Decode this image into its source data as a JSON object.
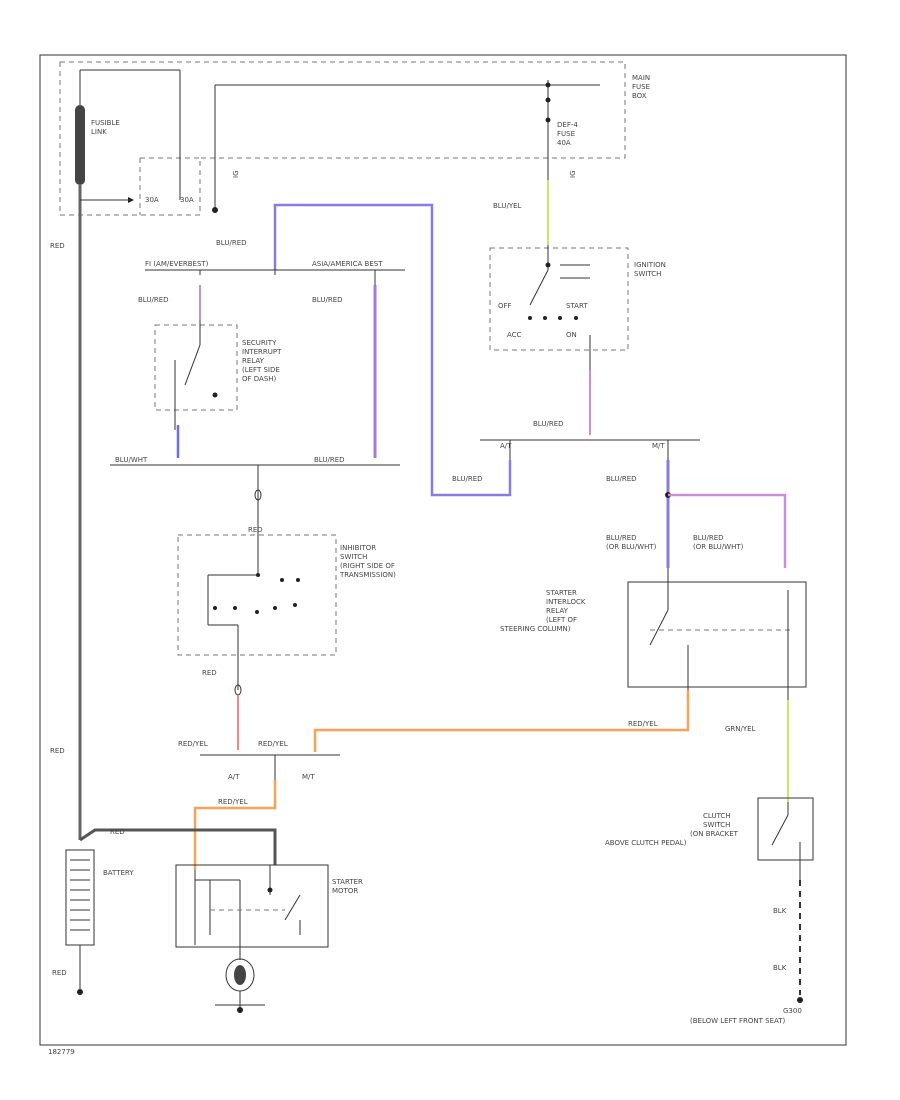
{
  "labels": {
    "fusible_link": [
      "FUSIBLE",
      "LINK"
    ],
    "main_fuse_box": [
      "MAIN",
      "FUSE",
      "BOX"
    ],
    "fuse_cap": [
      "DEF-4",
      "FUSE",
      "40A"
    ],
    "fuse_left_a": "30A",
    "fuse_left_b": "30A",
    "ig_a": "IG",
    "ig_b": "IG",
    "wire_red_left": "RED",
    "wire_blu_yel_top": "BLU/YEL",
    "wire_blu_red_left": "BLU/RED",
    "split_left_a": "FI (AM/EVERBEST)",
    "split_left_b": "ASIA/AMERICA BEST",
    "ignition_switch": [
      "IGNITION",
      "SWITCH"
    ],
    "ign_off": "OFF",
    "ign_start": "START",
    "ign_acc": "ACC",
    "ign_on": "ON",
    "wire_blu_red_sec": "BLU/RED",
    "wire_blu_red_sec2": "BLU/RED",
    "security_relay": [
      "SECURITY",
      "INTERRUPT",
      "RELAY",
      "(LEFT SIDE",
      "OF DASH)"
    ],
    "wire_blu_wht": "BLU/WHT",
    "wire_blu_red_bottom": "BLU/RED",
    "wire_blu_red_center": "BLU/RED",
    "split_at": "A/T",
    "split_mt": "M/T",
    "wire_blu_red_mid": "BLU/RED",
    "wire_blu_red_right": "BLU/RED",
    "inhibitor_switch": [
      "INHIBITOR",
      "SWITCH",
      "(RIGHT SIDE OF",
      "TRANSMISSION)"
    ],
    "wire_red_inh_top": "RED",
    "wire_red_inh_bot": "RED",
    "wire_blu_red_or1": [
      "BLU/RED",
      "(OR BLU/WHT)"
    ],
    "wire_blu_red_or2": [
      "BLU/RED",
      "(OR BLU/WHT)"
    ],
    "starter_interlock": [
      "STARTER",
      "INTERLOCK",
      "RELAY",
      "(LEFT OF",
      "STEERING COLUMN)"
    ],
    "wire_red_yel_a": "RED/YEL",
    "wire_red_yel_b": "RED/YEL",
    "wire_red_yel_c": "RED/YEL",
    "wire_red_yel_d": "RED/YEL",
    "split2_at": "A/T",
    "split2_mt": "M/T",
    "wire_grn_yel": "GRN/YEL",
    "clutch_switch": [
      "CLUTCH",
      "SWITCH",
      "(ON BRACKET",
      "ABOVE CLUTCH PEDAL)"
    ],
    "wire_red_mid": "RED",
    "wire_red_batt": "RED",
    "battery": "BATTERY",
    "starter_motor": [
      "STARTER",
      "MOTOR"
    ],
    "wire_red_bottom": "RED",
    "wire_blk_1": "BLK",
    "wire_blk_2": "BLK",
    "ground": [
      "G300",
      "(BELOW LEFT FRONT SEAT)"
    ],
    "figure_id": "182779"
  },
  "colors": {
    "purple": "#b77bd0",
    "blue": "#6c6cf0",
    "light_purple": "#c98fd6",
    "yellow_green": "#c8e66a",
    "orange": "#f7a25a",
    "pink_red": "#f2878b",
    "dark_gray": "#555555"
  }
}
